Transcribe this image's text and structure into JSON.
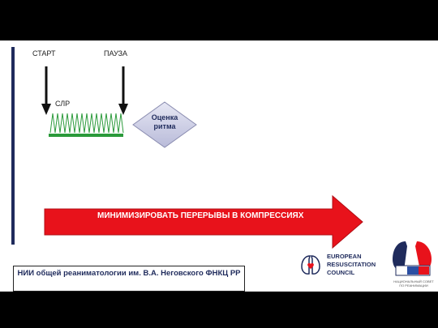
{
  "labels": {
    "start": "СТАРТ",
    "pause": "ПАУЗА",
    "cpr": "СЛР",
    "rhythm_check": "Оценка ритма"
  },
  "banner": {
    "text": "МИНИМИЗИРОВАТЬ ПЕРЕРЫВЫ В КОМПРЕССИЯХ"
  },
  "footer": {
    "text": "НИИ общей реаниматологии им. В.А. Неговского ФНКЦ РР"
  },
  "logos": {
    "erc": [
      "EUROPEAN",
      "RESUSCITATION",
      "COUNCIL"
    ],
    "ncr_caption": "НАЦИОНАЛЬНЫЙ СОВЕТ ПО РЕАНИМАЦИИ"
  },
  "colors": {
    "arrow": "#e8121b",
    "cpr_wave": "#2a9a3a",
    "diamond": "#cfd0e8",
    "navy": "#1f2b5c"
  }
}
